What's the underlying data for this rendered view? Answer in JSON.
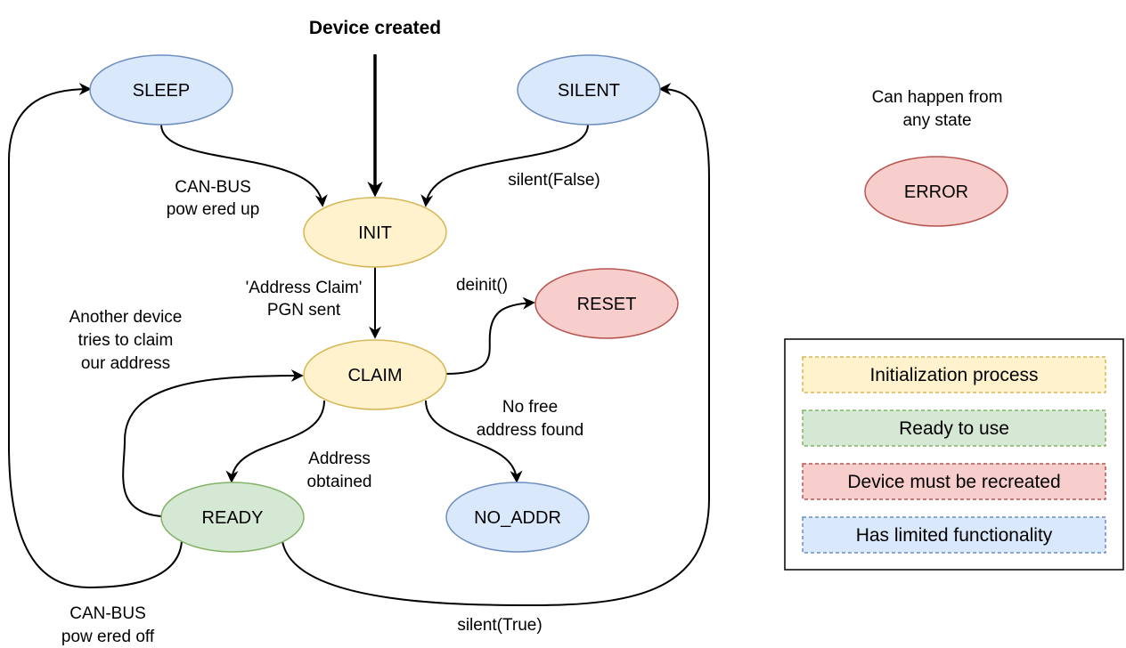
{
  "title": "Device created",
  "colors": {
    "init_fill": "#fff2cc",
    "init_stroke": "#d6b656",
    "ready_fill": "#d5e8d4",
    "ready_stroke": "#82b366",
    "error_fill": "#f8cecc",
    "error_stroke": "#b85450",
    "limited_fill": "#dae8fc",
    "limited_stroke": "#6c8ebf"
  },
  "states": {
    "sleep": "SLEEP",
    "silent": "SILENT",
    "init": "INIT",
    "reset": "RESET",
    "claim": "CLAIM",
    "ready": "READY",
    "no_addr": "NO_ADDR",
    "error": "ERROR"
  },
  "transitions": {
    "canbus_up": [
      "CAN-BUS",
      "pow ered up"
    ],
    "silent_false": "silent(False)",
    "address_claim": [
      "'Address Claim'",
      "PGN sent"
    ],
    "deinit": "deinit()",
    "another_device": [
      "Another device",
      "tries to claim",
      "our address"
    ],
    "no_free": [
      "No free",
      "address found"
    ],
    "address_obtained": [
      "Address",
      "obtained"
    ],
    "canbus_off": [
      "CAN-BUS",
      "pow ered off"
    ],
    "silent_true": "silent(True)"
  },
  "error_note": [
    "Can happen from",
    "any state"
  ],
  "legend": [
    "Initialization process",
    "Ready to use",
    "Device must be recreated",
    "Has limited functionality"
  ]
}
